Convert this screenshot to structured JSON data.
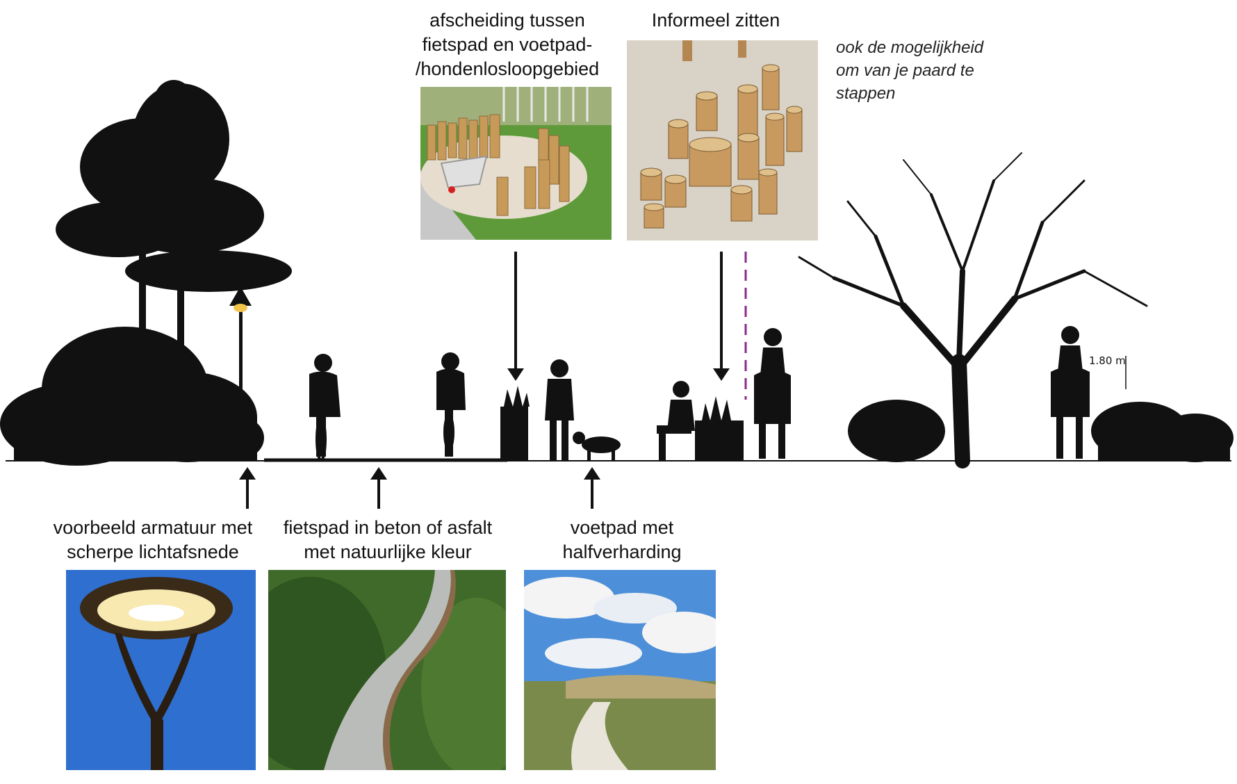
{
  "labels": {
    "separation": "afscheiding tussen\nfietspad en voetpad-\n/hondenlosloopgebied",
    "seating": "Informeel zitten",
    "horse_note": "ook de mogelijkheid\nom van je paard te\nstappen",
    "luminaire": "voorbeeld armatuur met\nscherpe lichtafsnede",
    "bike_path": "fietspad in beton of asfalt\nmet natuurlijke kleur",
    "foot_path": "voetpad met\nhalfverharding",
    "height": "1.80 m"
  },
  "colors": {
    "silhouette": "#111111",
    "dashed_line": "#8a2a8a",
    "sky_blue": "#2f6fd0",
    "grass_green": "#4f8f2f",
    "wood": "#c89a5a",
    "sand": "#e6ddcf"
  },
  "icons": [
    "tree-silhouette",
    "street-lamp",
    "cyclist",
    "pedestrian",
    "dog",
    "horse-rider",
    "bench-sitter",
    "arrow-down-icon",
    "arrow-up-icon"
  ]
}
